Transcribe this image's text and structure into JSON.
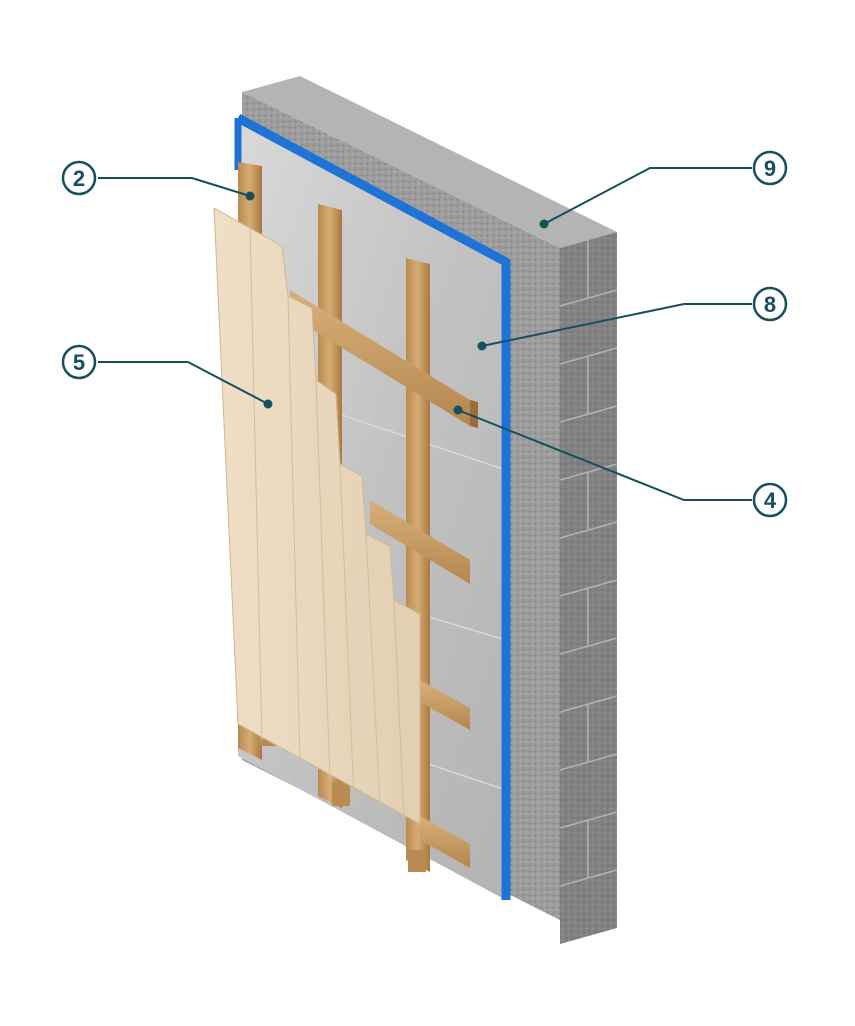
{
  "colors": {
    "leader": "#15505c",
    "circle_fill": "#ffffff",
    "block_light": "#a9a9a9",
    "block_dark": "#7c7c7c",
    "membrane": "#c8c8c8",
    "seal_blue": "#1f73d6",
    "timber": "#c79a5f",
    "cladding": "#e8d7bd"
  },
  "layers": {
    "block_wall": "block-wall",
    "membrane": "insulation-membrane",
    "seal": "blue-edge-seal",
    "battens": "timber-battens",
    "cladding": "wood-cladding"
  },
  "callouts": [
    {
      "num": "2",
      "target": "vertical-batten"
    },
    {
      "num": "5",
      "target": "wood-cladding"
    },
    {
      "num": "9",
      "target": "block-wall"
    },
    {
      "num": "8",
      "target": "insulation-membrane"
    },
    {
      "num": "4",
      "target": "horizontal-batten"
    }
  ]
}
